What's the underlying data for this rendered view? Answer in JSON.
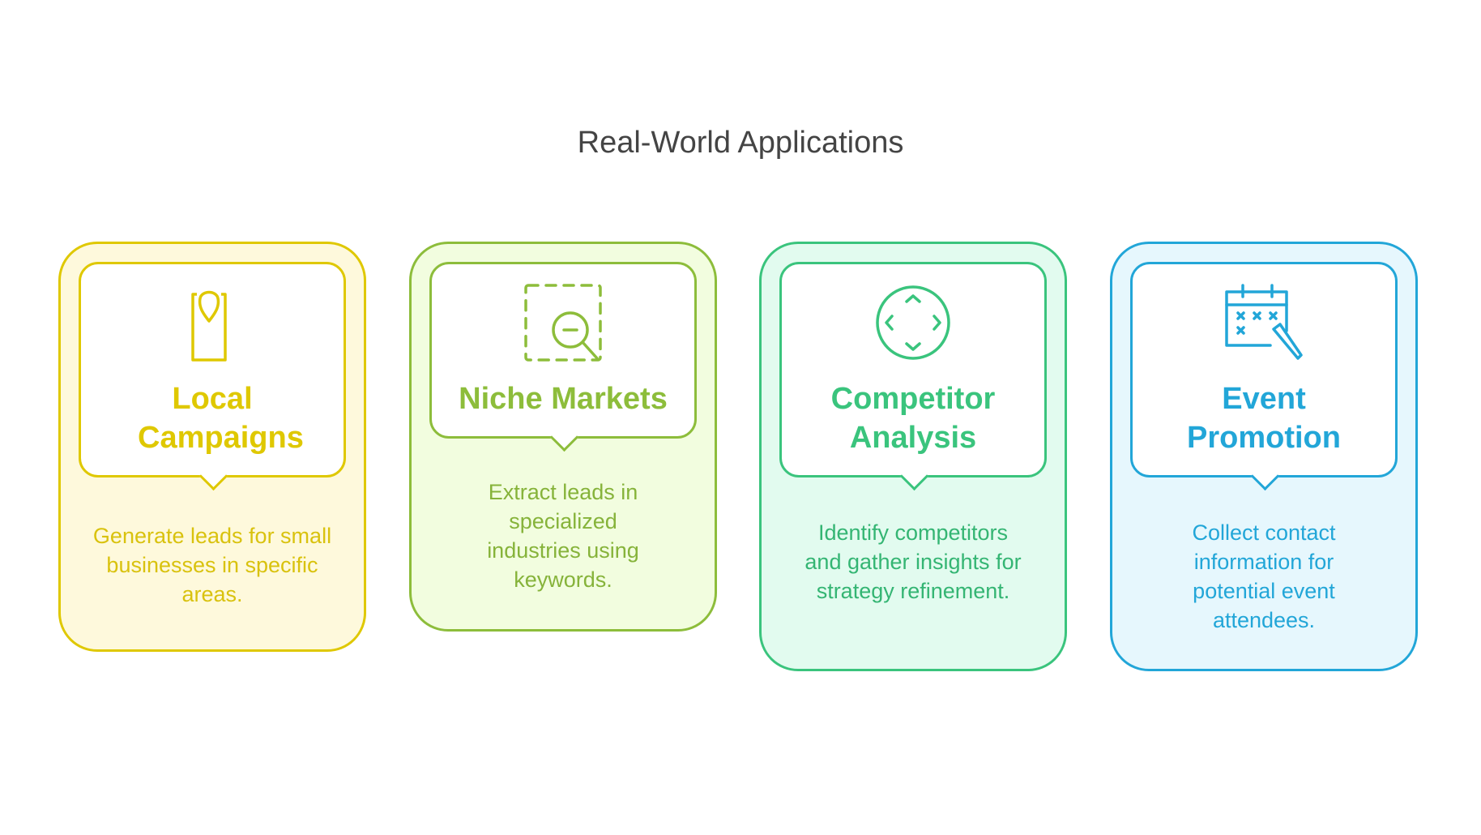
{
  "title": "Real-World Applications",
  "cards": [
    {
      "heading": "Local Campaigns",
      "description": "Generate leads for small businesses in specific areas.",
      "icon": "map-pin-icon",
      "color": "#dfc800",
      "bg": "#fef9dc"
    },
    {
      "heading": "Niche Markets",
      "description": "Extract leads in specialized industries using keywords.",
      "icon": "zoom-out-icon",
      "color": "#8dbd3b",
      "bg": "#f2fddf"
    },
    {
      "heading": "Competitor Analysis",
      "description": "Identify competitors and gather insights for strategy refinement.",
      "icon": "focus-circle-icon",
      "color": "#3ac47d",
      "bg": "#e2fbef"
    },
    {
      "heading": "Event Promotion",
      "description": "Collect contact information for potential event attendees.",
      "icon": "calendar-edit-icon",
      "color": "#22a6d8",
      "bg": "#e6f7fd"
    }
  ]
}
